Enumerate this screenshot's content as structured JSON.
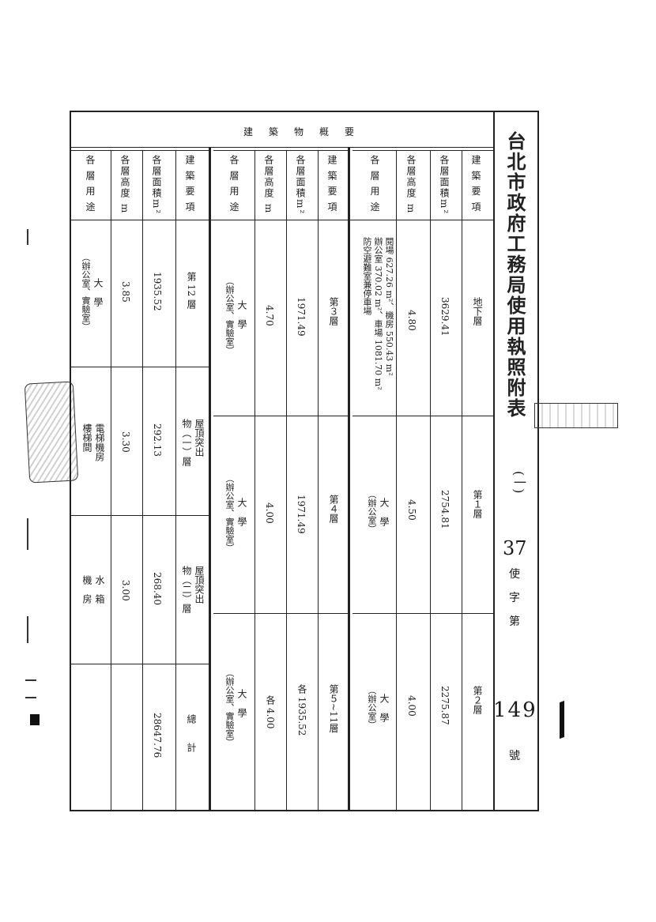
{
  "title": "台北市政府工務局使用執照附表",
  "title_suffix": "(一)",
  "volume": "37",
  "char1": "使",
  "char2": "字",
  "char3": "第",
  "serial": "149",
  "char_hao": "號",
  "section_header": "建　築　物　概　要",
  "row_labels": {
    "floor": "建 築 要 項",
    "area": "各層面積m²",
    "height": "各層高度 m",
    "usage": "各 層 用 途"
  },
  "group1": {
    "col1": {
      "floor": "地下層",
      "area": "3629.41",
      "height": "4.80",
      "usage_lines": [
        "閱場 627.26 m²、機房 550.43 m²",
        "辦公室 370.02 m²、車場 1081.70 m²",
        "防空避難室兼停車場"
      ]
    },
    "col2": {
      "floor": "第１層",
      "area": "2754.81",
      "height": "4.50",
      "usage_lines": [
        "大　學",
        "（辦公室）"
      ]
    },
    "col3": {
      "floor": "第２層",
      "area": "2275.87",
      "height": "4.00",
      "usage_lines": [
        "大　學",
        "（辦公室）"
      ]
    }
  },
  "group2": {
    "col1": {
      "floor": "第３層",
      "area": "1971.49",
      "height": "4.70",
      "usage_lines": [
        "大　學",
        "（辦公室、實驗室）"
      ]
    },
    "col2": {
      "floor": "第４層",
      "area": "1971.49",
      "height": "4.00",
      "usage_lines": [
        "大　學",
        "（辦公室、實驗室）"
      ]
    },
    "col3": {
      "floor": "第５~11層",
      "area": "各 1935.52",
      "height": "各 4.00",
      "usage_lines": [
        "大　學",
        "（辦公室、實驗室）"
      ]
    }
  },
  "group3": {
    "col1": {
      "floor": "第 12 層",
      "area": "1935.52",
      "height": "3.85",
      "usage_lines": [
        "大　學",
        "（辦公室、實驗室）"
      ]
    },
    "col2": {
      "floor_lines": [
        "屋頂突出",
        "物（一）層"
      ],
      "area": "292.13",
      "height": "3.30",
      "usage_lines": [
        "電梯機房",
        "樓梯間"
      ]
    },
    "col3": {
      "floor_lines": [
        "屋頂突出",
        "物（二）層"
      ],
      "area": "268.40",
      "height": "3.00",
      "usage_lines": [
        "水　箱",
        "機　房"
      ]
    },
    "col4": {
      "floor": "總　計",
      "area": "28647.76",
      "height": "",
      "usage_lines": []
    }
  }
}
